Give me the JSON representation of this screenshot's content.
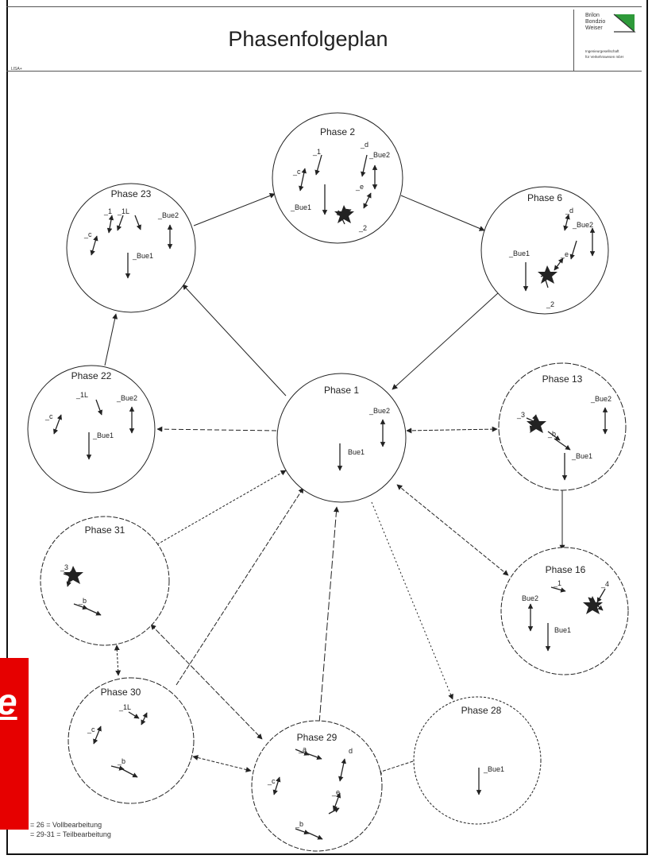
{
  "header": {
    "title": "Phasenfolgeplan",
    "company_lines": [
      "Brilon",
      "Bondzio",
      "Weiser"
    ],
    "company_sublines": [
      "Ingenieurgesellschaft",
      "für Verkehrswesen mbH"
    ],
    "doc_tag": "LISA+"
  },
  "phases": [
    {
      "id": "p2",
      "label": "Phase 2",
      "signals": [
        "_1",
        "_d",
        "_Bue2",
        "_c",
        "_e",
        "_Bue1",
        "_2"
      ]
    },
    {
      "id": "p23",
      "label": "Phase 23",
      "signals": [
        "_1",
        "_1L",
        "_Bue2",
        "_c",
        "_Bue1"
      ]
    },
    {
      "id": "p6",
      "label": "Phase 6",
      "signals": [
        "_d",
        "_Bue2",
        "_Bue1",
        "_e",
        "_2"
      ]
    },
    {
      "id": "p22",
      "label": "Phase 22",
      "signals": [
        "_1L",
        "_Bue2",
        "_c",
        "_Bue1"
      ]
    },
    {
      "id": "p1",
      "label": "Phase 1",
      "signals": [
        "_Bue2",
        "Bue1"
      ]
    },
    {
      "id": "p13",
      "label": "Phase 13",
      "signals": [
        "_Bue2",
        "_3",
        "_b",
        "_Bue1"
      ]
    },
    {
      "id": "p31",
      "label": "Phase 31",
      "signals": [
        "_3",
        "_b"
      ]
    },
    {
      "id": "p16",
      "label": "Phase 16",
      "signals": [
        "_4",
        "_1",
        "Bue2",
        "Bue1"
      ]
    },
    {
      "id": "p30",
      "label": "Phase 30",
      "signals": [
        "_1L",
        "_c",
        "_b"
      ]
    },
    {
      "id": "p29",
      "label": "Phase 29",
      "signals": [
        "_a",
        "d",
        "_c",
        "_e",
        "_b"
      ]
    },
    {
      "id": "p28",
      "label": "Phase 28",
      "signals": [
        "_Bue1"
      ]
    }
  ],
  "legend": [
    "= 26      = Vollbearbeitung",
    "= 29-31  = Teilbearbeitung"
  ],
  "side_tab": {
    "letter": "e"
  },
  "colors": {
    "line": "#222222",
    "accent": "#e60000",
    "text": "#222222"
  }
}
